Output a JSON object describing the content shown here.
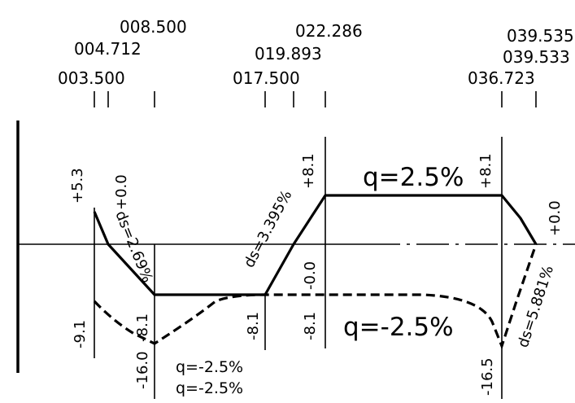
{
  "stations": {
    "s1": "008.500",
    "s2": "004.712",
    "s3": "003.500",
    "s4": "022.286",
    "s5": "019.893",
    "s6": "017.500",
    "s7": "039.535",
    "s8": "039.533",
    "s9": "036.723"
  },
  "values": {
    "v1": "+5.3",
    "v2": "+0.0",
    "v3": "-9.1",
    "v4": "-8.1",
    "v5": "-16.0",
    "v6": "-8.1",
    "v7": "+8.1",
    "v8": "-0.0",
    "v9": "-8.1",
    "v10": "+8.1",
    "v11": "+0.0",
    "v12": "-16.5"
  },
  "slopes": {
    "ds1": "ds=2.69%",
    "ds2": "ds=3.395%",
    "ds3": "ds=5.881%",
    "q_top": "q=2.5%",
    "q_bottom": "q=-2.5%",
    "q_small_1": "q=-2.5%",
    "q_small_2": "q=-2.5%"
  }
}
